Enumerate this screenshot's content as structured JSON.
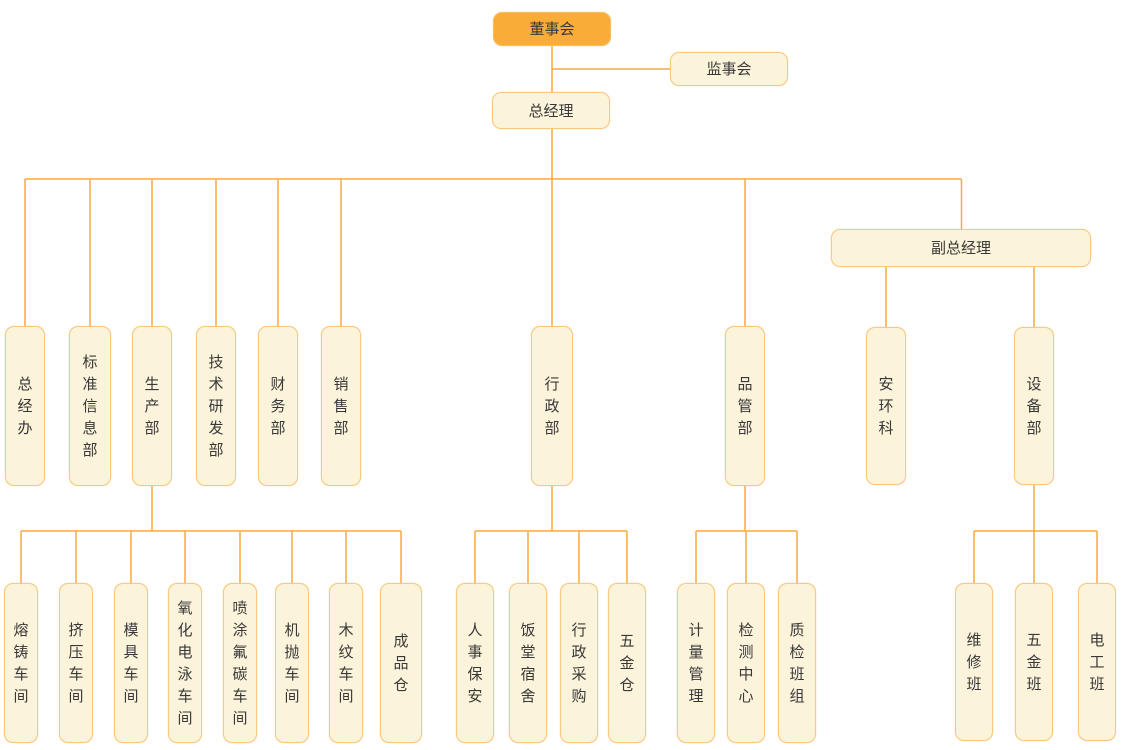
{
  "org": {
    "board": "董事会",
    "supervisory": "监事会",
    "general_manager": "总经理",
    "deputy_general_manager": "副总经理",
    "departments": [
      "总经办",
      "标准信息部",
      "生产部",
      "技术研发部",
      "财务部",
      "销售部",
      "行政部",
      "品管部"
    ],
    "deputy_departments": [
      "安环科",
      "设备部"
    ],
    "production_children": [
      "熔铸车间",
      "挤压车间",
      "模具车间",
      "氧化电泳车间",
      "喷涂氟碳车间",
      "机抛车间",
      "木纹车间",
      "成品仓"
    ],
    "admin_children": [
      "人事保安",
      "饭堂宿舍",
      "行政采购",
      "五金仓"
    ],
    "qc_children": [
      "计量管理",
      "检测中心",
      "质检班组"
    ],
    "equipment_children": [
      "维修班",
      "五金班",
      "电工班"
    ]
  },
  "colors": {
    "line": "#F9A93C",
    "root_fill": "#FAAC38",
    "node_fill": "#FCF3DB",
    "node_border": "#F9C97F",
    "text": "#383838"
  }
}
